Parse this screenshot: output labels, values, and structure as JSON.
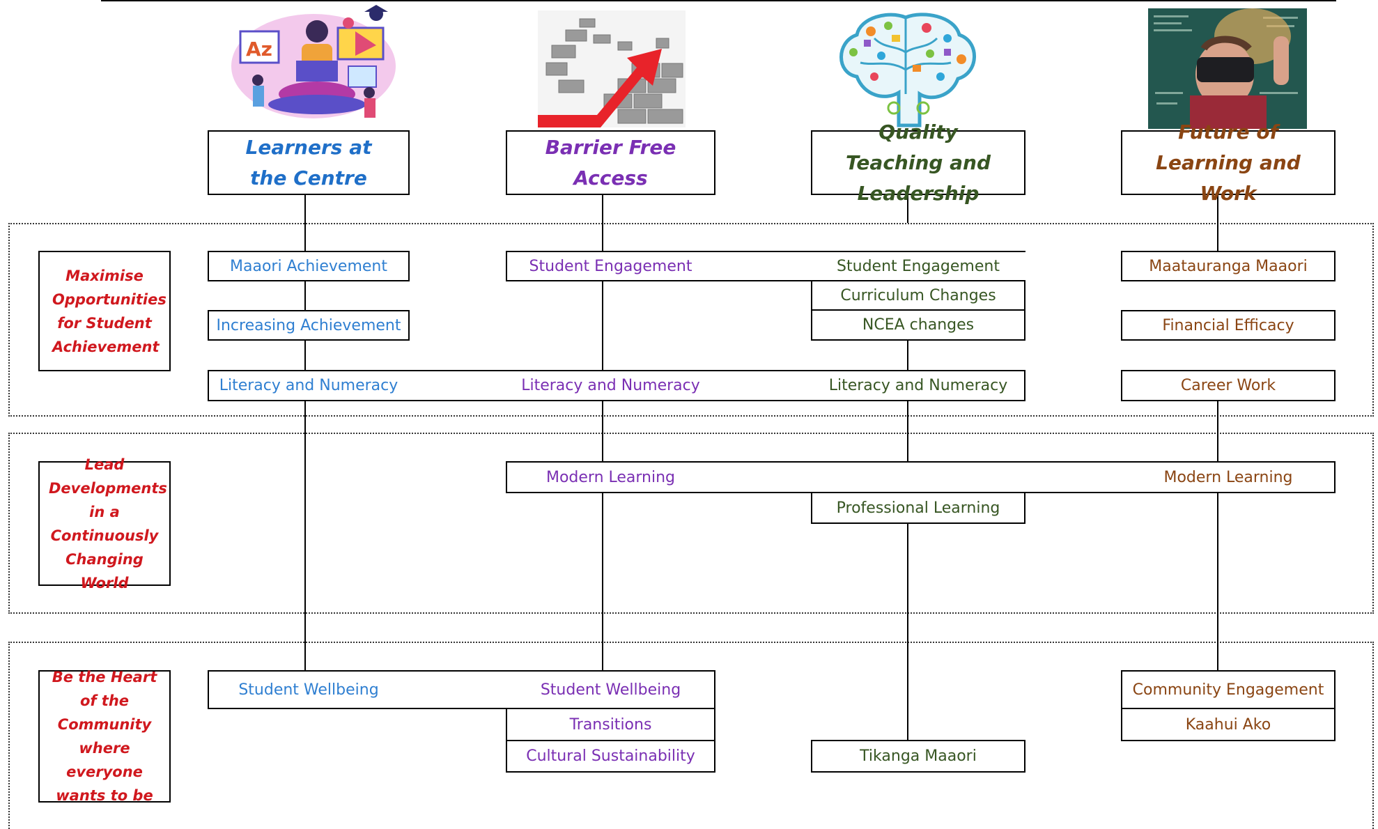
{
  "pillars": [
    {
      "title": "Learners at the Centre",
      "image_icon": "learner-illustration-icon"
    },
    {
      "title": "Barrier Free Access",
      "image_icon": "breaking-wall-arrow-icon"
    },
    {
      "title": "Quality Teaching and Leadership",
      "image_icon": "brain-network-icon"
    },
    {
      "title": "Future of Learning and Work",
      "image_icon": "vr-headset-photo-icon"
    }
  ],
  "goals": [
    "Maximise Opportunities for Student Achievement",
    "Lead Developments in a Continuously Changing World",
    "Be the Heart of the Community where everyone wants to be"
  ],
  "band1": {
    "learners": [
      "Maaori Achievement",
      "Increasing Achievement",
      "Literacy and Numeracy"
    ],
    "barrier": [
      "Student Engagement",
      "Literacy and Numeracy"
    ],
    "quality": [
      "Student Engagement",
      "Curriculum Changes",
      "NCEA changes",
      "Literacy and Numeracy"
    ],
    "future": [
      "Maatauranga Maaori",
      "Financial Efficacy",
      "Career Work"
    ]
  },
  "band2": {
    "barrier": [
      "Modern Learning"
    ],
    "quality": [
      "Professional Learning"
    ],
    "future": [
      "Modern Learning"
    ]
  },
  "band3": {
    "learners": [
      "Student Wellbeing"
    ],
    "barrier": [
      "Student Wellbeing",
      "Transitions",
      "Cultural Sustainability"
    ],
    "quality": [
      "Tikanga Maaori"
    ],
    "future": [
      "Community Engagement",
      "Kaahui Ako"
    ]
  },
  "colors": {
    "learners": "#2f7fd1",
    "barrier": "#7a2fb3",
    "quality": "#375623",
    "future": "#8a4513",
    "goal": "#d0181e"
  }
}
